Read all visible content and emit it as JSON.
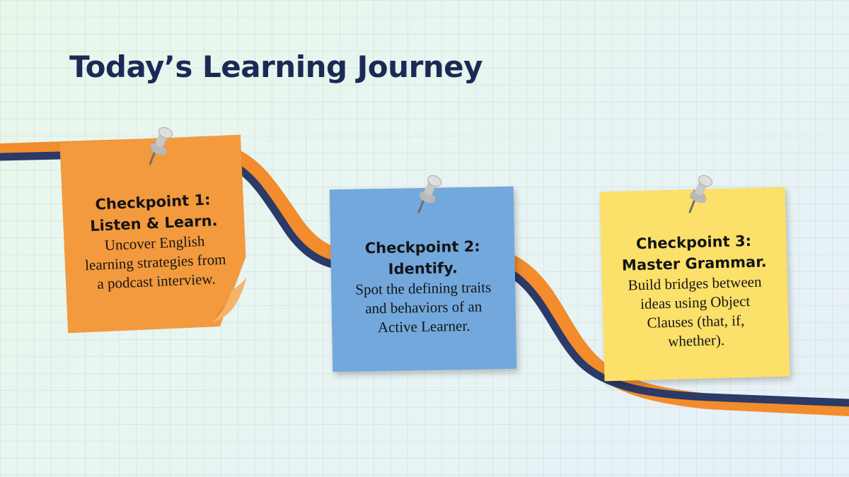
{
  "title": "Today’s Learning Journey",
  "colors": {
    "road_outer": "#f28c2c",
    "road_inner": "#2b3a67",
    "note1": "#f39a3e",
    "note2": "#73a8dd",
    "note3": "#fbe06a",
    "title": "#1b2a55"
  },
  "checkpoints": [
    {
      "heading": "Checkpoint 1:\nListen & Learn.",
      "body": "Uncover English\nlearning strategies from\na podcast interview."
    },
    {
      "heading": "Checkpoint 2:\nIdentify.",
      "body": "Spot the defining traits\nand behaviors of an\nActive Learner."
    },
    {
      "heading": "Checkpoint 3:\nMaster Grammar.",
      "body": "Build bridges between\nideas using Object\nClauses (that, if,\nwhether)."
    }
  ],
  "icons": [
    "push-pin-icon",
    "push-pin-icon",
    "push-pin-icon"
  ]
}
